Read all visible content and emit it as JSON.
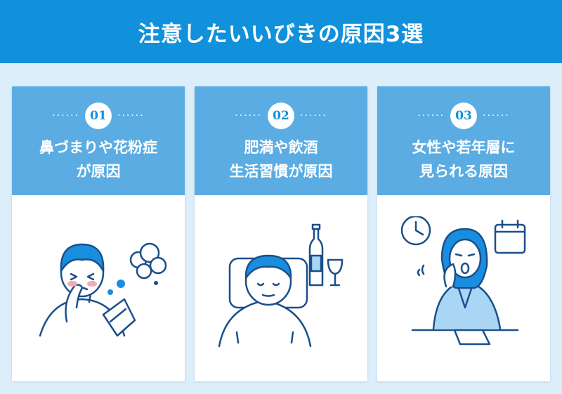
{
  "header": {
    "title": "注意したいいびきの原因3選"
  },
  "cards": [
    {
      "number": "01",
      "dots": "······",
      "line1": "鼻づまりや花粉症",
      "line2": "が原因"
    },
    {
      "number": "02",
      "dots": "······",
      "line1": "肥満や飲酒",
      "line2": "生活習慣が原因"
    },
    {
      "number": "03",
      "dots": "······",
      "line1": "女性や若年層に",
      "line2": "見られる原因"
    }
  ],
  "colors": {
    "header_bg": "#1191db",
    "card_head_bg": "#5aace3",
    "page_bg": "#dbeefa",
    "accent_light": "#a9d6f5",
    "line": "#1a4f8a"
  },
  "icons": [
    "sneezing-man-illustration",
    "obese-sleeping-man-illustration",
    "wine-bottle-icon",
    "wine-glass-icon",
    "clock-icon",
    "calendar-icon",
    "yawning-woman-illustration"
  ]
}
